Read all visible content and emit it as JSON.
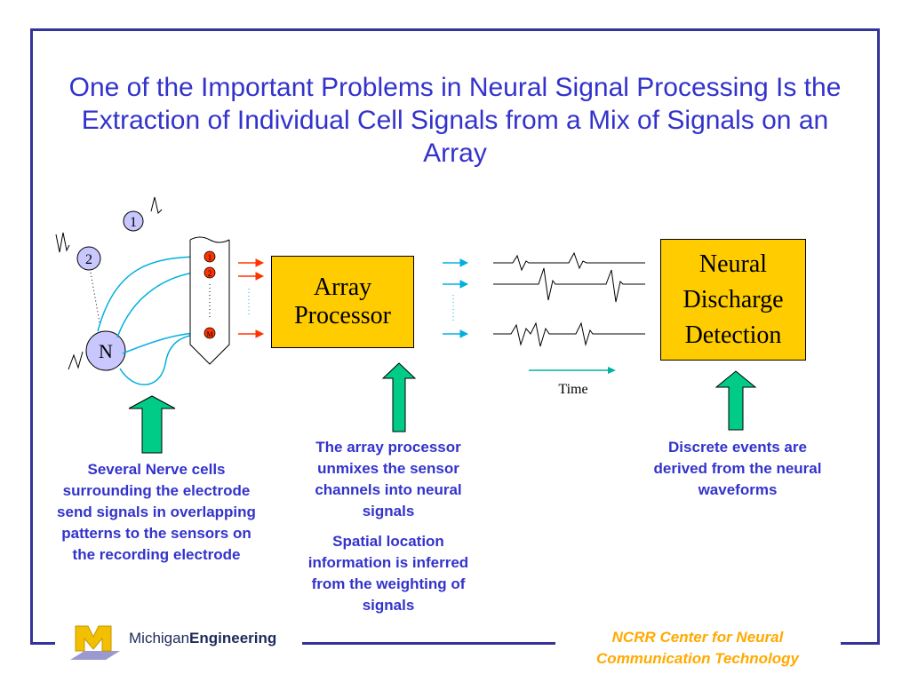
{
  "title": "One of the Important Problems in Neural Signal Processing Is the Extraction of Individual Cell Signals from a Mix of Signals on an Array",
  "cells": {
    "cell_1": "1",
    "cell_2": "2",
    "cell_n": "N"
  },
  "electrode": {
    "sensor_1": "1",
    "sensor_2": "2",
    "sensor_m": "M"
  },
  "array_processor": {
    "line1": "Array",
    "line2": "Processor"
  },
  "neural_discharge_detection": {
    "line1": "Neural",
    "line2": "Discharge",
    "line3": "Detection"
  },
  "time_label": "Time",
  "captions": {
    "nerve_cells": "Several Nerve cells surrounding the electrode send signals in overlapping patterns to the sensors on the recording electrode",
    "array_processor_1": "The array processor unmixes the sensor channels into neural signals",
    "array_processor_2": "Spatial location information is inferred from the weighting of signals",
    "discrete_events": "Discrete events are derived from the neural waveforms"
  },
  "footer": {
    "brand_normal": "Michigan",
    "brand_bold": "Engineering",
    "logo_letter": "M",
    "center_line1": "NCRR Center for Neural",
    "center_line2": "Communication Technology"
  },
  "colors": {
    "title": "#3333cc",
    "box_fill": "#ffcc00",
    "arrow_green": "#00cc88",
    "cyan": "#00b0e0",
    "red_arrow": "#ff3300",
    "footer_accent": "#ffaa00",
    "frame": "#333399"
  }
}
